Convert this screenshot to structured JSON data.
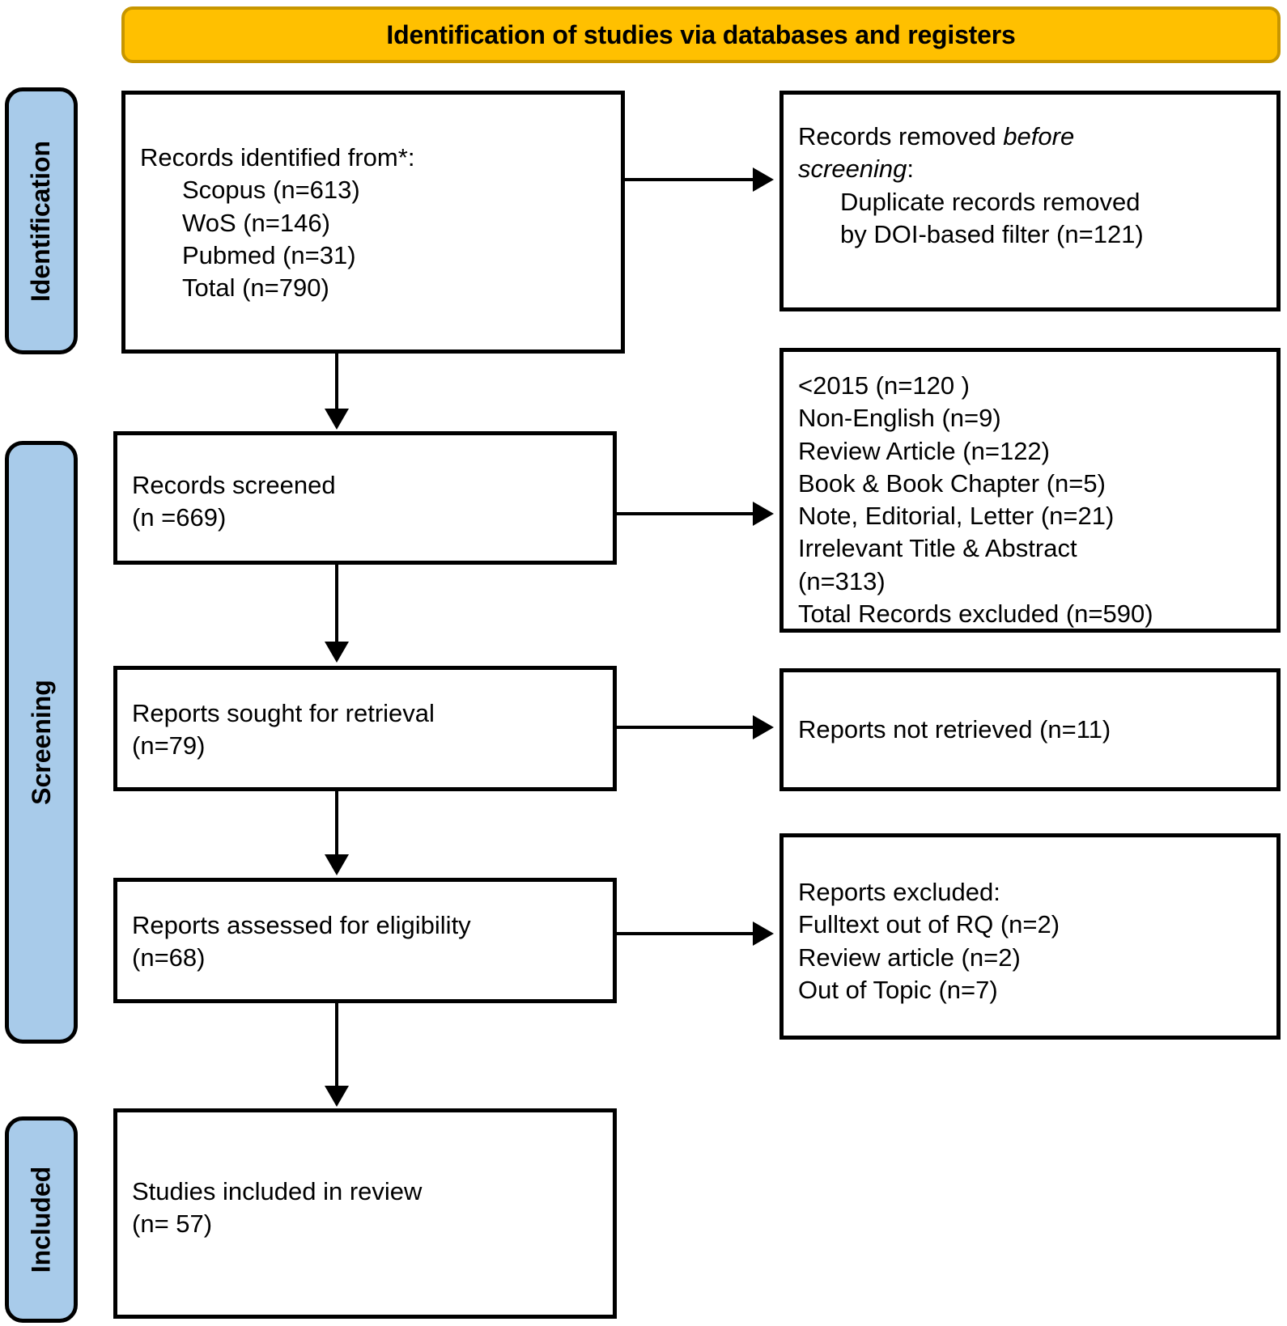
{
  "banner": {
    "title": "Identification of studies via databases and registers",
    "bg_color": "#FFC000",
    "border_color": "#C79600"
  },
  "stages": {
    "identification": "Identification",
    "screening": "Screening",
    "included": "Included",
    "bg_color": "#A8CBEA"
  },
  "boxes": {
    "records_identified": {
      "l1": "Records identified from*:",
      "l2": "Scopus (n=613)",
      "l3": "WoS (n=146)",
      "l4": "Pubmed (n=31)",
      "l5": "Total (n=790)"
    },
    "records_removed": {
      "l1a": "Records removed ",
      "l1b": "before",
      "l2a": "screening",
      "l2b": ":",
      "l3": "Duplicate records removed",
      "l4": "by DOI-based filter (n=121)"
    },
    "records_screened": {
      "l1": "Records screened",
      "l2": "(n =669)"
    },
    "records_excluded": {
      "l1": "<2015 (n=120 )",
      "l2": "Non-English (n=9)",
      "l3": "Review Article (n=122)",
      "l4": "Book & Book Chapter (n=5)",
      "l5": "Note, Editorial, Letter (n=21)",
      "l6": "Irrelevant Title & Abstract",
      "l7": "(n=313)",
      "l8": "Total Records excluded (n=590)"
    },
    "reports_sought": {
      "l1": "Reports sought for retrieval",
      "l2": "(n=79)"
    },
    "reports_not_retrieved": {
      "l1": "Reports not retrieved (n=11)"
    },
    "reports_assessed": {
      "l1": "Reports assessed for eligibility",
      "l2": "(n=68)"
    },
    "reports_excluded": {
      "l1": "Reports excluded:",
      "l2": "Fulltext out of RQ (n=2)",
      "l3": "Review article (n=2)",
      "l4": "Out of Topic (n=7)"
    },
    "studies_included": {
      "l1": "Studies included in review",
      "l2": "(n= 57)"
    }
  },
  "chart_data": {
    "type": "diagram",
    "title": "Identification of studies via databases and registers",
    "nodes": [
      {
        "id": "identified",
        "stage": "Identification",
        "label": "Records identified from*",
        "sources": [
          {
            "name": "Scopus",
            "n": 613
          },
          {
            "name": "WoS",
            "n": 146
          },
          {
            "name": "Pubmed",
            "n": 31
          },
          {
            "name": "Total",
            "n": 790
          }
        ]
      },
      {
        "id": "removed",
        "stage": "Identification",
        "label": "Records removed before screening",
        "items": [
          {
            "name": "Duplicate records removed by DOI-based filter",
            "n": 121
          }
        ]
      },
      {
        "id": "screened",
        "stage": "Screening",
        "label": "Records screened",
        "n": 669
      },
      {
        "id": "excluded_records",
        "stage": "Screening",
        "label": "Records excluded",
        "items": [
          {
            "name": "<2015",
            "n": 120
          },
          {
            "name": "Non-English",
            "n": 9
          },
          {
            "name": "Review Article",
            "n": 122
          },
          {
            "name": "Book & Book Chapter",
            "n": 5
          },
          {
            "name": "Note, Editorial, Letter",
            "n": 21
          },
          {
            "name": "Irrelevant Title & Abstract",
            "n": 313
          },
          {
            "name": "Total Records excluded",
            "n": 590
          }
        ]
      },
      {
        "id": "sought",
        "stage": "Screening",
        "label": "Reports sought for retrieval",
        "n": 79
      },
      {
        "id": "not_retrieved",
        "stage": "Screening",
        "label": "Reports not retrieved",
        "n": 11
      },
      {
        "id": "assessed",
        "stage": "Screening",
        "label": "Reports assessed for eligibility",
        "n": 68
      },
      {
        "id": "excluded_reports",
        "stage": "Screening",
        "label": "Reports excluded",
        "items": [
          {
            "name": "Fulltext out of RQ",
            "n": 2
          },
          {
            "name": "Review article",
            "n": 2
          },
          {
            "name": "Out of Topic",
            "n": 7
          }
        ]
      },
      {
        "id": "included",
        "stage": "Included",
        "label": "Studies included in review",
        "n": 57
      }
    ],
    "edges": [
      {
        "from": "identified",
        "to": "removed",
        "direction": "right"
      },
      {
        "from": "identified",
        "to": "screened",
        "direction": "down"
      },
      {
        "from": "screened",
        "to": "excluded_records",
        "direction": "right"
      },
      {
        "from": "screened",
        "to": "sought",
        "direction": "down"
      },
      {
        "from": "sought",
        "to": "not_retrieved",
        "direction": "right"
      },
      {
        "from": "sought",
        "to": "assessed",
        "direction": "down"
      },
      {
        "from": "assessed",
        "to": "excluded_reports",
        "direction": "right"
      },
      {
        "from": "assessed",
        "to": "included",
        "direction": "down"
      }
    ]
  }
}
